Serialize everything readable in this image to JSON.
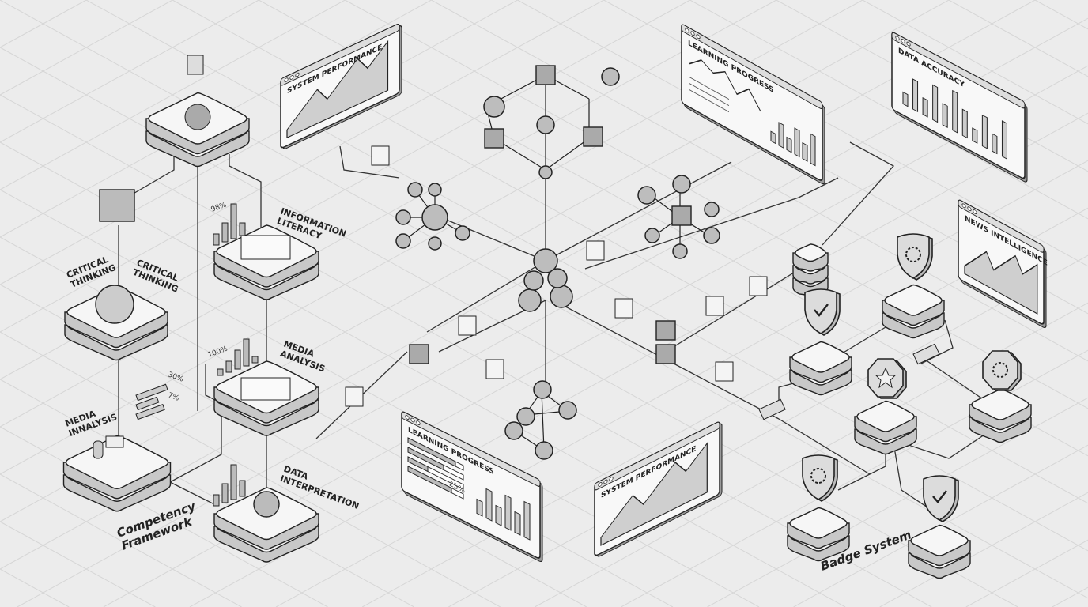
{
  "competency": {
    "caption_line1": "Competency",
    "caption_line2": "Framework",
    "labels": {
      "critical_left": [
        "CRITICAL",
        "THINKING"
      ],
      "critical_right": [
        "CRITICAL",
        "THINKING"
      ],
      "info_literacy": [
        "INFORMATION",
        "LITERACY"
      ],
      "media_analysis": [
        "MEDIA",
        "ANALYSIS"
      ],
      "media_innalysis": [
        "MEDIA",
        "INNALYSIS"
      ],
      "data_interp": [
        "DATA",
        "INTERPRETATION"
      ]
    },
    "percents": {
      "p98": "98%",
      "p100": "100%",
      "p30": "30%",
      "p7": "7%"
    }
  },
  "panels": {
    "system_performance_top": {
      "title": "SYSTEM PERFORMANCE"
    },
    "learning_progress_top": {
      "title": "LEARNING PROGRESS"
    },
    "data_accuracy": {
      "title": "DATA ACCURACY"
    },
    "news_intelligence": {
      "title": "NEWS INTELLIGENCE"
    },
    "learning_progress_bottom": {
      "title": "LEARNING PROGRESS",
      "percent": "25%"
    },
    "system_performance_bottom": {
      "title": "SYSTEM PERFORMANCE"
    }
  },
  "badges": {
    "caption": "Badge System",
    "icons": [
      "shield-check-icon",
      "shield-gear-icon",
      "star-badge-icon",
      "octagon-shield-icon",
      "shield-gear-icon",
      "pin-check-icon"
    ]
  },
  "colors": {
    "background": "#ececec",
    "grid": "#d6d6d6",
    "stroke": "#222222",
    "fill_light": "#f6f6f6",
    "fill_mid": "#c8c8c8"
  }
}
